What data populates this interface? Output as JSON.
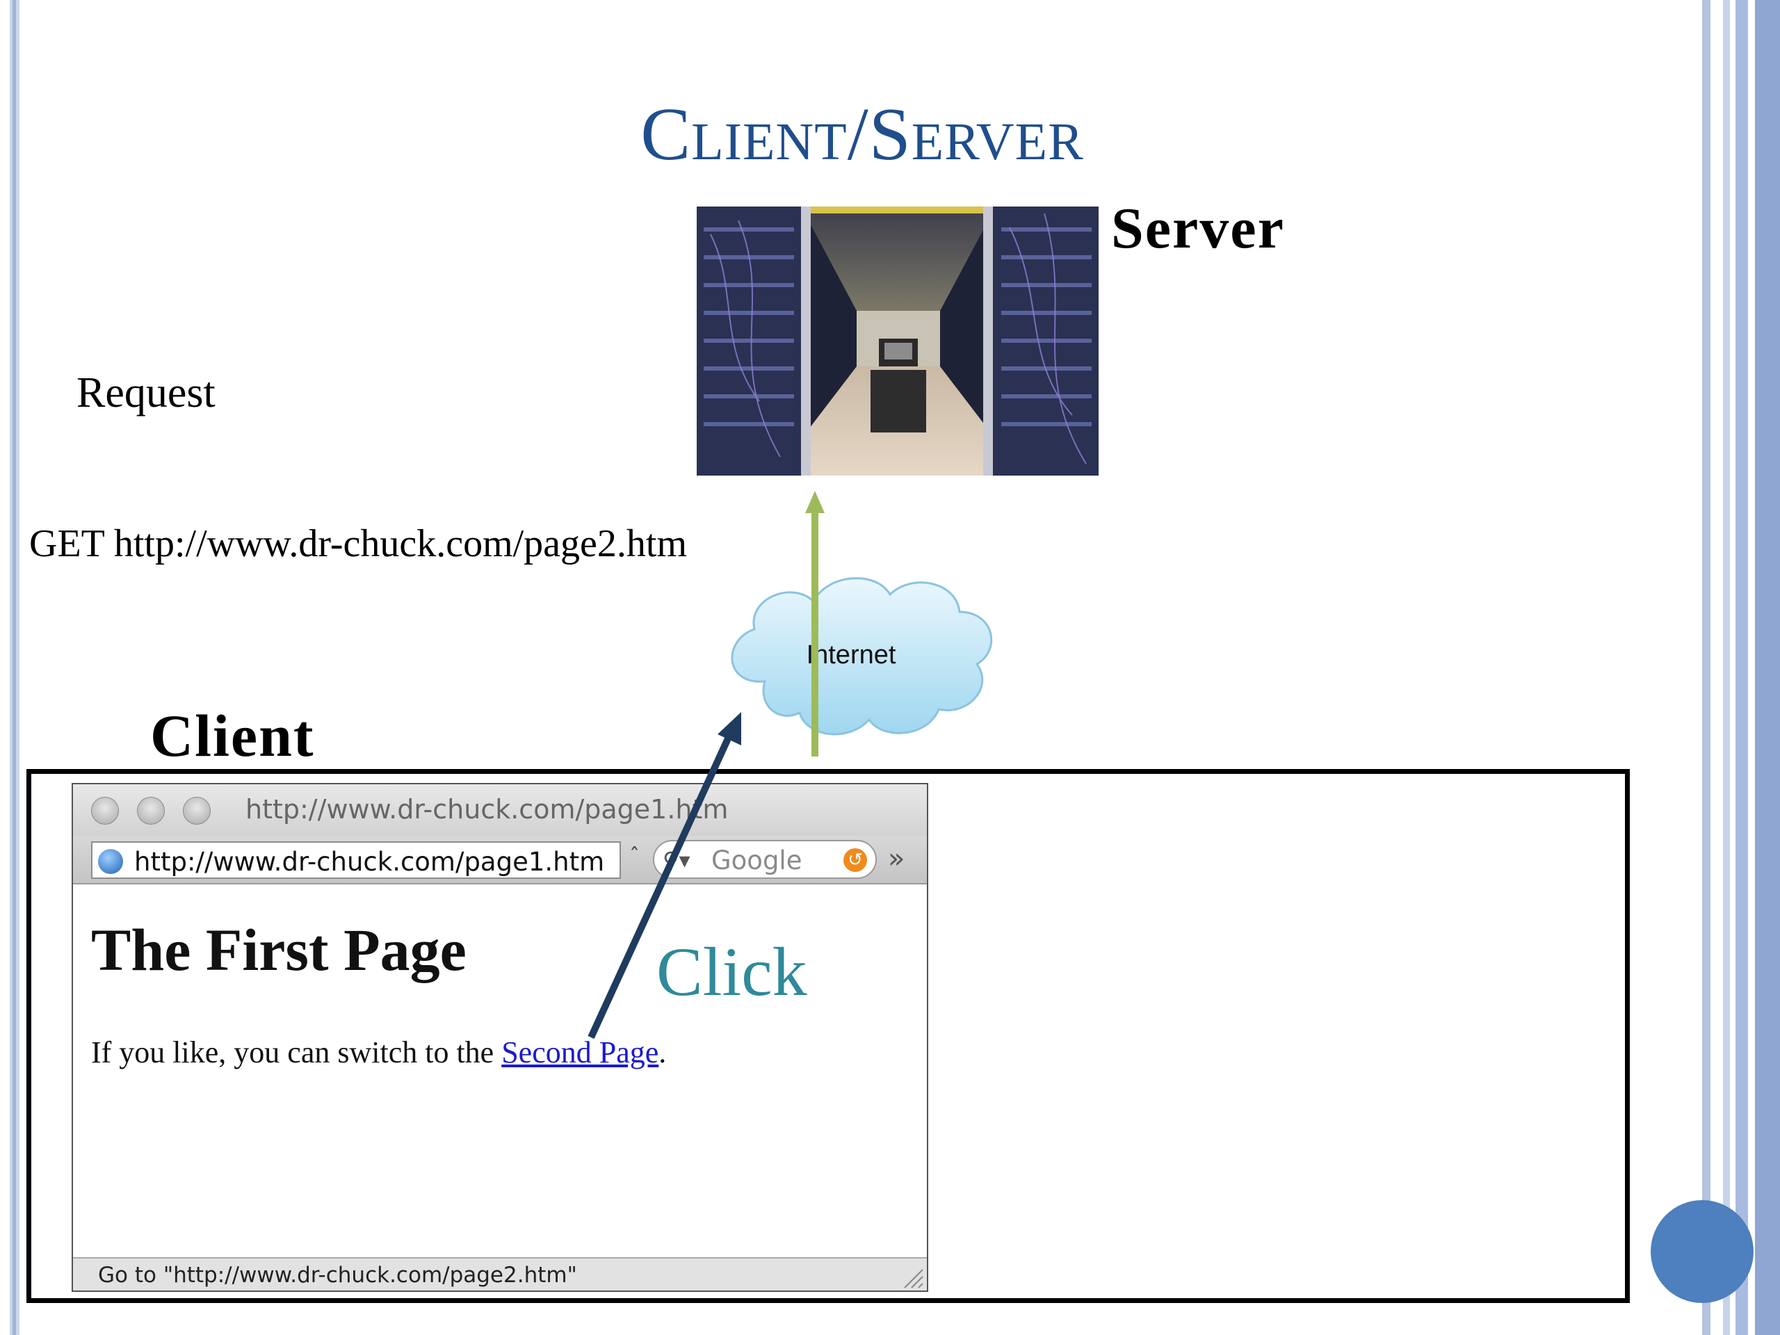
{
  "slide": {
    "title": "Client/Server",
    "server_label": "Server",
    "client_label": "Client",
    "request_label": "Request",
    "get_request": "GET http://www.dr-chuck.com/page2.htm",
    "internet_label": "Internet",
    "click_label": "Click"
  },
  "browser": {
    "window_title": "http://www.dr-chuck.com/page1.htm",
    "url_value": "http://www.dr-chuck.com/page1.htm",
    "search_placeholder": "Google",
    "page_heading": "The First Page",
    "paragraph_before": "If you like, you can switch to the ",
    "link_text": "Second Page",
    "paragraph_after": ".",
    "status_text": "Go to \"http://www.dr-chuck.com/page2.htm\""
  },
  "colors": {
    "title": "#1f4e8c",
    "click": "#2f8a9a",
    "upload_arrow": "#9dbb5a",
    "click_arrow": "#1f3b5e",
    "cloud_fill": "#bfe6f7",
    "accent_circle": "#4e7fbe"
  },
  "icons": [
    "globe-icon",
    "search-icon",
    "go-icon",
    "overflow-chevron-icon",
    "resize-grip-icon",
    "server-room-photo",
    "cloud-icon"
  ]
}
